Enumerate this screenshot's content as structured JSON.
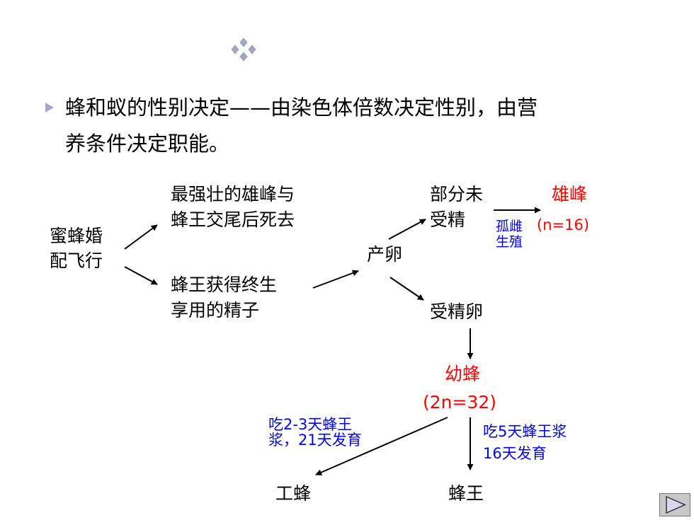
{
  "heading": {
    "line1": "蜂和蚁的性别决定——由染色体倍数决定性别，由营",
    "line2": "养条件决定职能。"
  },
  "diagram": {
    "start_l1": "蜜蜂婚",
    "start_l2": "配飞行",
    "drone_die_l1": "最强壮的雄峰与",
    "drone_die_l2": "蜂王交尾后死去",
    "queen_sperm_l1": "蜂王获得终生",
    "queen_sperm_l2": "享用的精子",
    "lay_eggs": "产卵",
    "unfertilized_l1": "部分未",
    "unfertilized_l2": "受精",
    "parthenogenesis_l1": "孤雌",
    "parthenogenesis_l2": "生殖",
    "drone": "雄峰",
    "drone_ploidy": "(n=16)",
    "fertilized": "受精卵",
    "larva": "幼蜂",
    "larva_ploidy": "(2n=32)",
    "worker_feed_l1": "吃2-3天蜂王",
    "worker_feed_l2": "浆，21天发育",
    "queen_feed_l1": "吃5天蜂王浆",
    "queen_feed_l2": "16天发育",
    "worker": "工蜂",
    "queen": "蜂王"
  },
  "colors": {
    "accent_red": "#ff0000",
    "accent_blue": "#0000ff",
    "ornament": "#a5a5c8"
  },
  "icons": {
    "ornament": "four-diamond-icon",
    "bullet": "triangle-bullet-icon",
    "next": "play-triangle-icon"
  }
}
